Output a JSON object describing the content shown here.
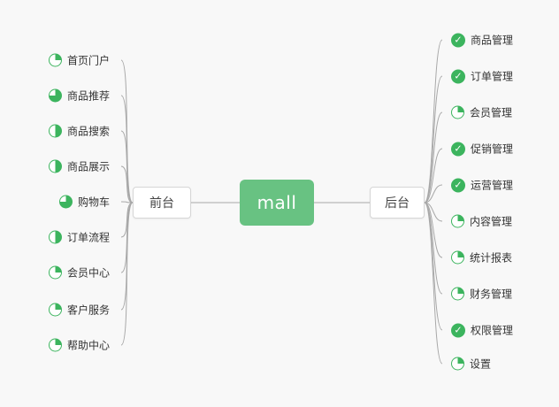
{
  "background": "#f8f8f8",
  "colors": {
    "node_green": "#68c282",
    "icon_green": "#3cb45e",
    "line": "#a8a8a8",
    "box_border": "#d6d6d6",
    "text": "#333333"
  },
  "center": {
    "label": "mall"
  },
  "left_branch": {
    "label": "前台",
    "items": [
      {
        "label": "首页门户",
        "icon": "pie",
        "percent": 25
      },
      {
        "label": "商品推荐",
        "icon": "pie",
        "percent": 75
      },
      {
        "label": "商品搜索",
        "icon": "pie",
        "percent": 50
      },
      {
        "label": "商品展示",
        "icon": "pie",
        "percent": 50
      },
      {
        "label": "购物车",
        "icon": "pie",
        "percent": 75
      },
      {
        "label": "订单流程",
        "icon": "pie",
        "percent": 50
      },
      {
        "label": "会员中心",
        "icon": "pie",
        "percent": 25
      },
      {
        "label": "客户服务",
        "icon": "pie",
        "percent": 25
      },
      {
        "label": "帮助中心",
        "icon": "pie",
        "percent": 25
      }
    ]
  },
  "right_branch": {
    "label": "后台",
    "items": [
      {
        "label": "商品管理",
        "icon": "check"
      },
      {
        "label": "订单管理",
        "icon": "check"
      },
      {
        "label": "会员管理",
        "icon": "pie",
        "percent": 25
      },
      {
        "label": "促销管理",
        "icon": "check"
      },
      {
        "label": "运营管理",
        "icon": "check"
      },
      {
        "label": "内容管理",
        "icon": "pie",
        "percent": 25
      },
      {
        "label": "统计报表",
        "icon": "pie",
        "percent": 25
      },
      {
        "label": "财务管理",
        "icon": "pie",
        "percent": 25
      },
      {
        "label": "权限管理",
        "icon": "check"
      },
      {
        "label": "设置",
        "icon": "pie",
        "percent": 25
      }
    ]
  }
}
